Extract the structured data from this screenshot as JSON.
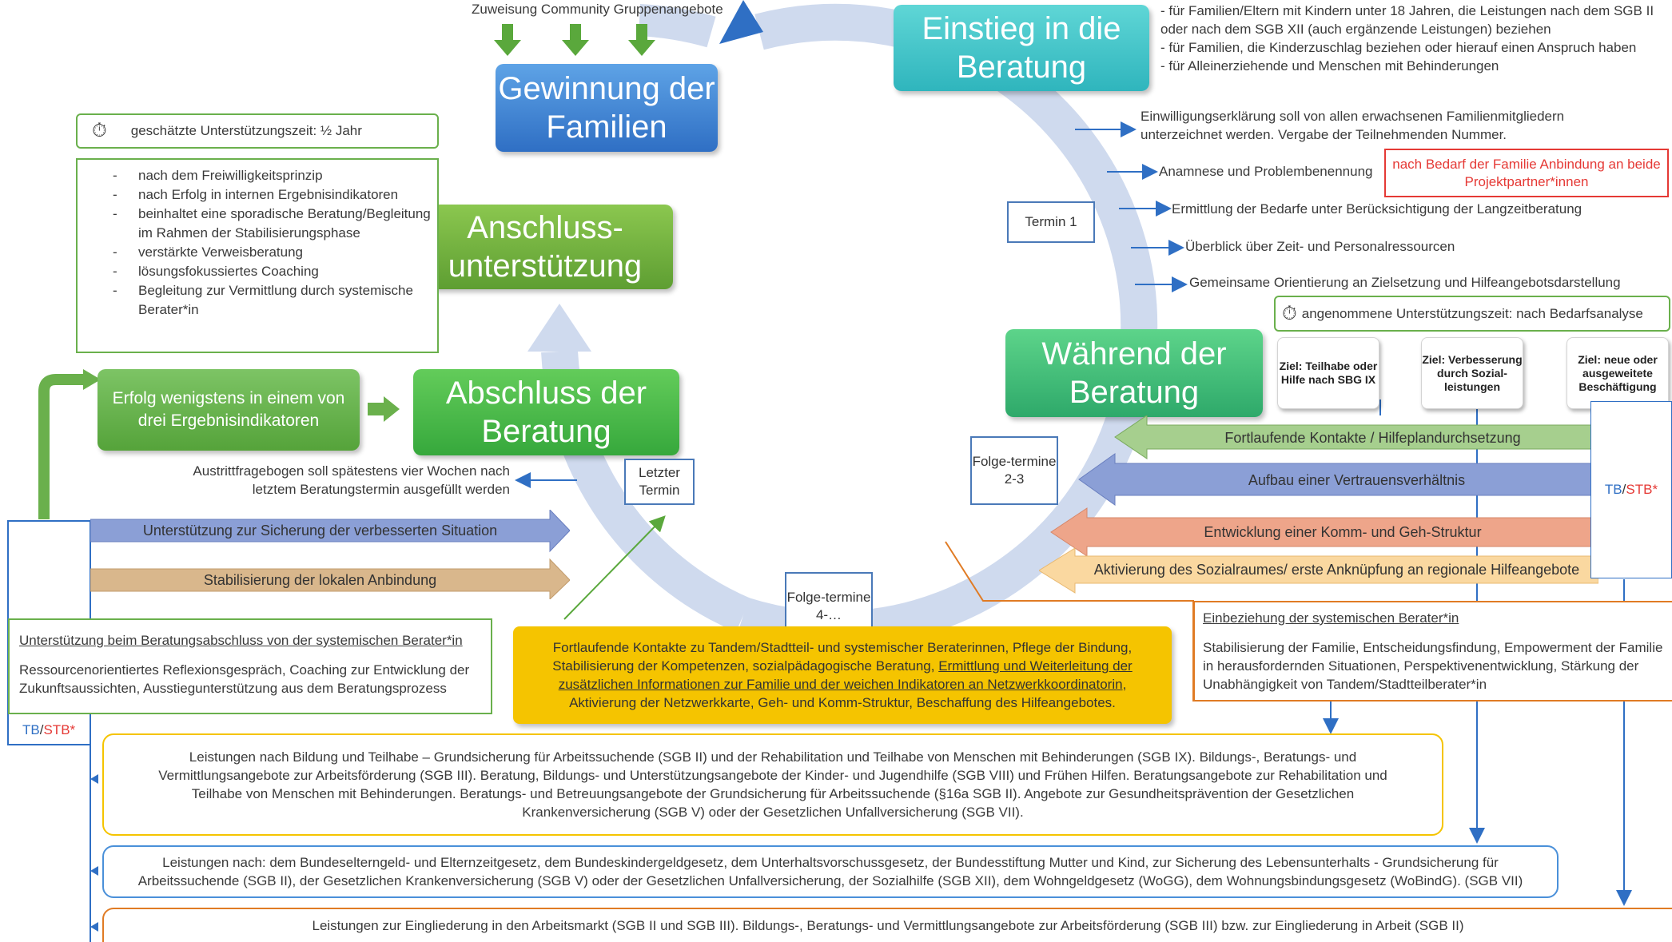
{
  "top_label": "Zuweisung Community Gruppenangebote",
  "phases": {
    "gewinnung": "Gewinnung der Familien",
    "einstieg": "Einstieg in die Beratung",
    "waehrend": "Während der Beratung",
    "abschluss": "Abschluss der Beratung",
    "anschluss": "Anschluss-unterstützung"
  },
  "target_groups": [
    "- für Familien/Eltern mit Kindern unter 18 Jahren, die Leistungen nach dem SGB II oder nach dem SGB XII (auch ergänzende Leistungen) beziehen",
    "- für Familien, die Kinderzuschlag beziehen oder hierauf einen Anspruch haben",
    "- für Alleinerziehende und Menschen mit Behinderungen"
  ],
  "einstieg_steps": [
    "Einwilligungserklärung soll von allen erwachsenen Familienmitgliedern unterzeichnet werden. Vergabe der Teilnehmenden Nummer.",
    "Anamnese und Problembenennung",
    "Ermittlung der Bedarfe unter Berücksichtigung der Langzeitberatung",
    "Überblick über Zeit- und Personalressourcen",
    "Gemeinsame Orientierung an Zielsetzung und Hilfeangebotsdarstellung"
  ],
  "project_partner_note": "nach Bedarf der Familie Anbindung an beide Projektpartner*innen",
  "termine": {
    "termin1": "Termin 1",
    "folge23": "Folge-termine 2-3",
    "folge4": "Folge-termine 4-…",
    "letzter": "Letzter Termin"
  },
  "time_estimates": {
    "accepted": "angenommene Unterstützungszeit: nach Bedarfsanalyse",
    "estimated": "geschätzte Unterstützungszeit: ½ Jahr"
  },
  "goals": [
    "Ziel: Teilhabe oder Hilfe nach SBG IX",
    "Ziel: Verbesserung durch Sozial-leistungen",
    "Ziel: neue oder ausgeweitete Beschäftigung"
  ],
  "during_bars": [
    "Fortlaufende Kontakte / Hilfeplandurchsetzung",
    "Aufbau einer Vertrauensverhältnis",
    "Entwicklung einer Komm- und Geh-Struktur",
    "Aktivierung des Sozialraumes/ erste Anknüpfung an regionale Hilfeangebote"
  ],
  "tb": "TB",
  "slash": "/",
  "stb": "STB*",
  "anschluss_list": [
    "nach dem Freiwilligkeitsprinzip",
    "nach Erfolg in internen Ergebnisindikatoren",
    "beinhaltet eine sporadische Beratung/Begleitung im Rahmen der Stabilisierungsphase",
    "verstärkte Verweisberatung",
    "lösungsfokussiertes Coaching",
    "Begleitung zur Vermittlung durch systemische Berater*in"
  ],
  "erfolg": "Erfolg wenigstens in einem von drei Ergebnisindikatoren",
  "austritt": "Austrittfragebogen soll spätestens vier Wochen nach letztem Beratungstermin ausgefüllt werden",
  "abschluss_bars": [
    "Unterstützung zur Sicherung der verbesserten Situation",
    "Stabilisierung der lokalen Anbindung"
  ],
  "systemic_support": {
    "title": "Unterstützung beim Beratungsabschluss von der systemischen Berater*in",
    "text": "Ressourcenorientiertes Reflexionsgespräch, Coaching zur Entwicklung der Zukunftsaussichten, Ausstiegunterstützung aus dem Beratungsprozess"
  },
  "yellow_box": {
    "part1": "Fortlaufende Kontakte zu Tandem/Stadtteil- und systemischer Beraterinnen, Pflege der Bindung, Stabilisierung der Kompetenzen, sozialpädagogische Beratung, ",
    "underlined": "Ermittlung und Weiterleitung der zusätzlichen Informationen zur Familie und der weichen Indikatoren an Netzwerkkoordinatorin",
    "part2": ", Aktivierung der Netzwerkkarte, Geh- und Komm-Struktur, Beschaffung des Hilfeangebotes."
  },
  "systemic_involvement": {
    "title": "Einbeziehung der systemischen Berater*in",
    "text": "Stabilisierung der Familie, Entscheidungsfindung, Empowerment der Familie in herausfordernden Situationen, Perspektivenentwicklung, Stärkung der Unabhängigkeit von Tandem/Stadtteilberater*in"
  },
  "leistungen": [
    "Leistungen nach Bildung und Teilhabe – Grundsicherung für Arbeitssuchende (SGB II) und der Rehabilitation und Teilhabe von Menschen mit Behinderungen (SGB IX). Bildungs-, Beratungs- und Vermittlungsangebote zur Arbeitsförderung (SGB III). Beratung, Bildungs- und Unterstützungsangebote der Kinder- und Jugendhilfe (SGB VIII) und Frühen Hilfen. Beratungsangebote zur Rehabilitation und Teilhabe von Menschen mit Behinderungen. Beratungs- und Betreuungsangebote der Grundsicherung für Arbeitssuchende (§16a SGB II). Angebote zur Gesundheitsprävention der Gesetzlichen Krankenversicherung (SGB V) oder der Gesetzlichen Unfallversicherung (SGB VII).",
    "Leistungen nach: dem Bundeselterngeld- und Elternzeitgesetz, dem Bundeskindergeldgesetz, dem Unterhaltsvorschussgesetz, der Bundesstiftung Mutter und Kind, zur Sicherung des Lebensunterhalts - Grundsicherung für Arbeitssuchende (SGB II), der Gesetzlichen Krankenversicherung (SGB V) oder der Gesetzlichen Unfallversicherung, der Sozialhilfe (SGB XII), dem Wohngeldgesetz (WoGG), dem Wohnungsbindungsgesetz (WoBindG). (SGB VII)",
    "Leistungen zur Eingliederung in den Arbeitsmarkt (SGB II und SGB III). Bildungs-, Beratungs- und Vermittlungsangebote zur Arbeitsförderung (SGB III) bzw. zur Eingliederung in Arbeit (SGB II)"
  ],
  "colors": {
    "blue_dark": "#2f6fc4",
    "teal": "#2fbfc2",
    "green_dark": "#3cb04a",
    "green_olive": "#5e9e32",
    "green_mid": "#2ea96a",
    "cycle": "#cdd9ef",
    "red": "#e53935",
    "orange": "#e07b24",
    "yellow": "#f5c400"
  }
}
